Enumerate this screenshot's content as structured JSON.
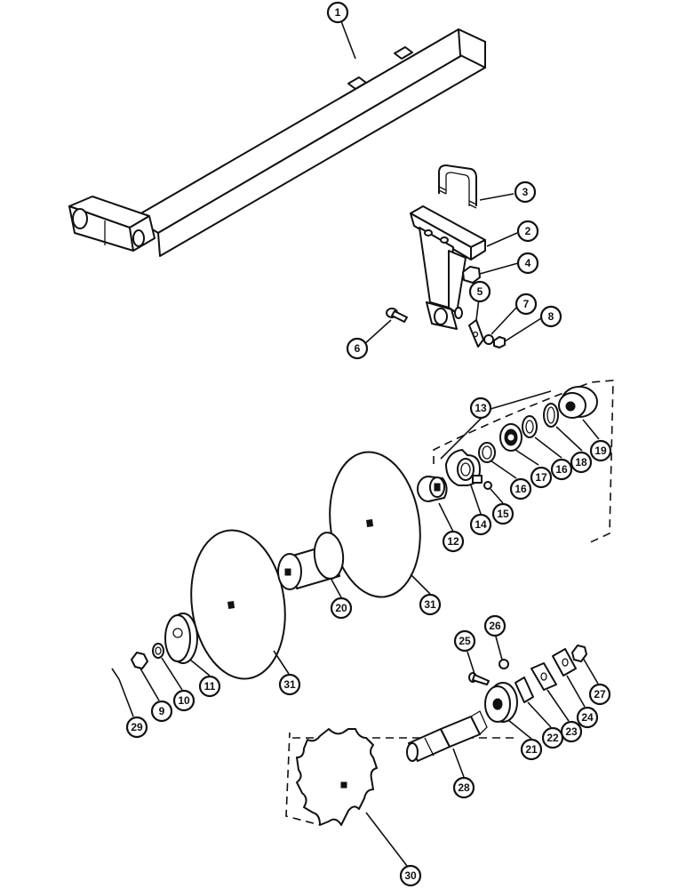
{
  "callouts": {
    "c1": "1",
    "c2": "2",
    "c3": "3",
    "c4": "4",
    "c5": "5",
    "c6": "6",
    "c7": "7",
    "c8": "8",
    "c13": "13",
    "c12": "12",
    "c14": "14",
    "c15": "15",
    "c16a": "16",
    "c17": "17",
    "c16b": "16",
    "c18": "18",
    "c19": "19",
    "c31a": "31",
    "c20": "20",
    "c31b": "31",
    "c11": "11",
    "c10": "10",
    "c9": "9",
    "c29": "29",
    "c25": "25",
    "c26": "26",
    "c27": "27",
    "c24": "24",
    "c23": "23",
    "c22": "22",
    "c21": "21",
    "c28": "28",
    "c30": "30"
  }
}
